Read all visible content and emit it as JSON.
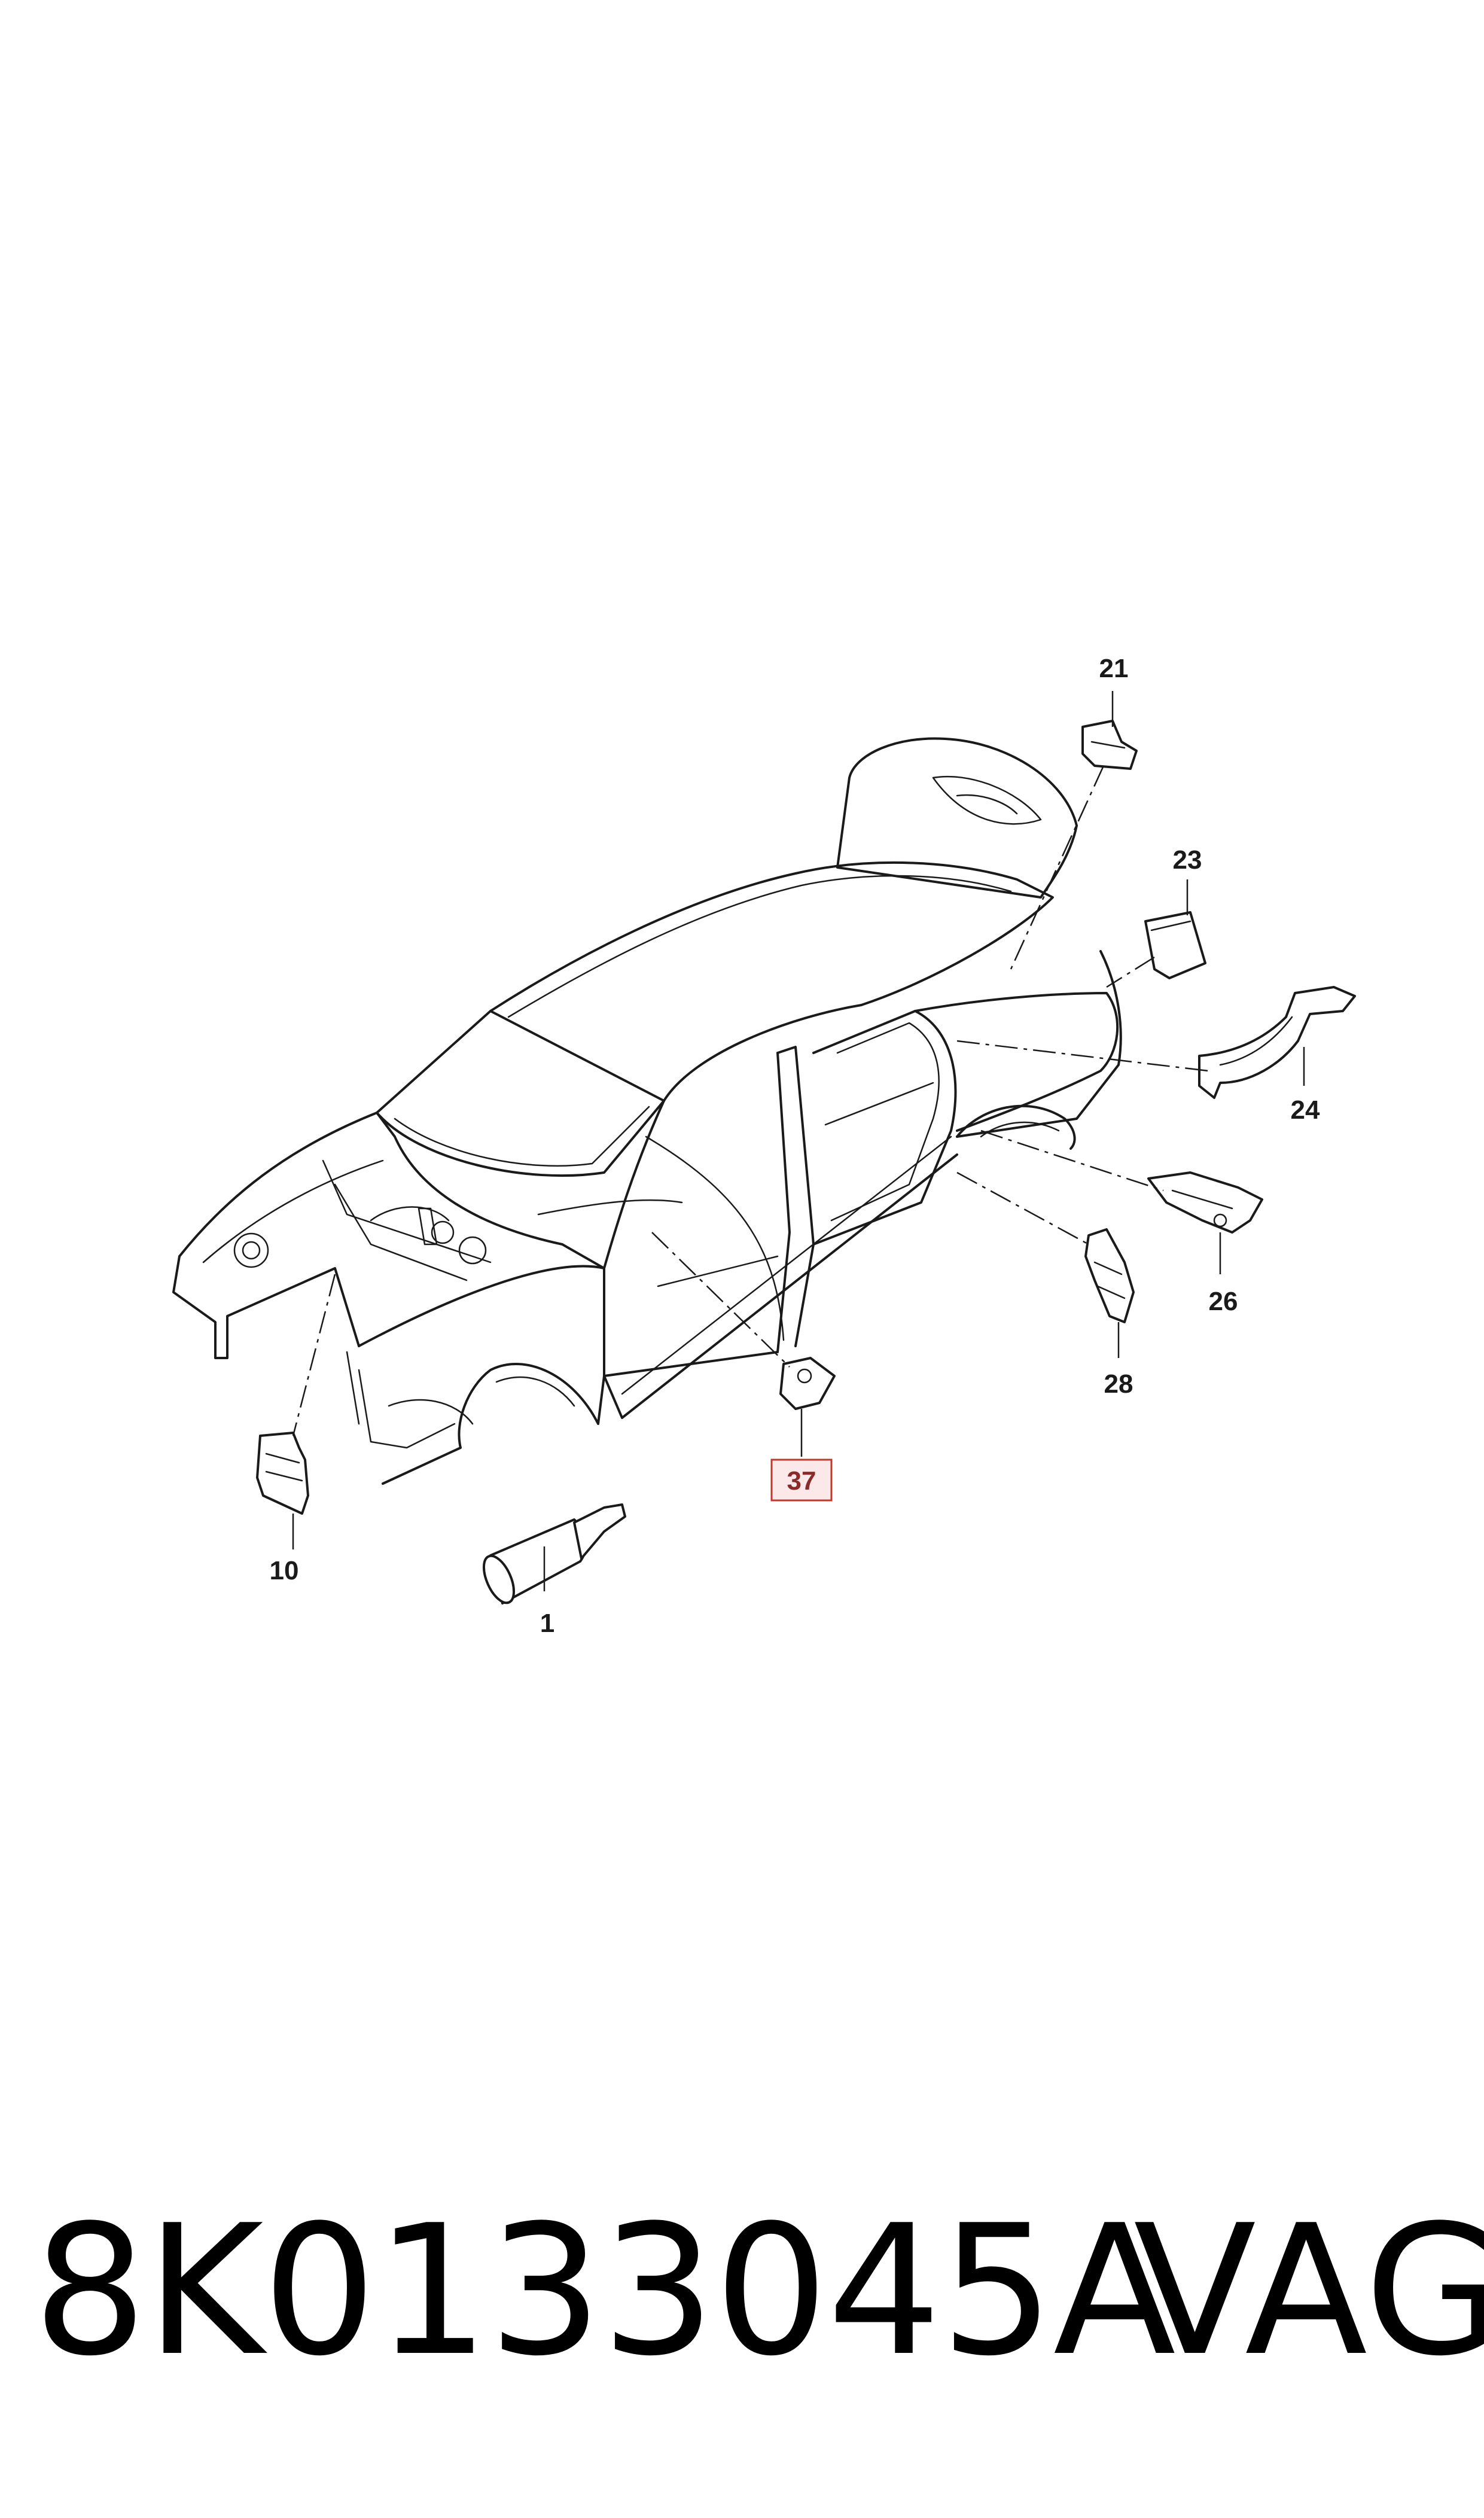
{
  "callouts": {
    "c1": "1",
    "c10": "10",
    "c21": "21",
    "c23": "23",
    "c24": "24",
    "c26": "26",
    "c28": "28",
    "c37": "37"
  },
  "highlight_color": "#c0392b",
  "caption": {
    "part_number": "8K0133045A",
    "brand": "VAG"
  }
}
